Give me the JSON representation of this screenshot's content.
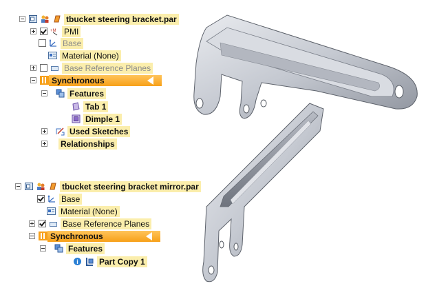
{
  "tree1": {
    "root": "tbucket steering bracket.par",
    "pmi": "PMI",
    "base": "Base",
    "material": "Material (None)",
    "ref_planes": "Base Reference Planes",
    "synchronous": "Synchronous",
    "features": "Features",
    "tab": "Tab 1",
    "dimple": "Dimple 1",
    "used_sketches": "Used Sketches",
    "relationships": "Relationships"
  },
  "tree2": {
    "root": "tbucket steering bracket mirror.par",
    "base": "Base",
    "material": "Material (None)",
    "ref_planes": "Base Reference Planes",
    "synchronous": "Synchronous",
    "features": "Features",
    "part_copy": "Part Copy 1"
  },
  "icons": {
    "expand": "expand-box",
    "checkbox": "checkbox",
    "part": "part-icon",
    "info": "info-icon"
  },
  "colors": {
    "highlight": "#fbeeac",
    "synchronous_bar": "#f7a019",
    "model_surface": "#c9ccd3"
  }
}
